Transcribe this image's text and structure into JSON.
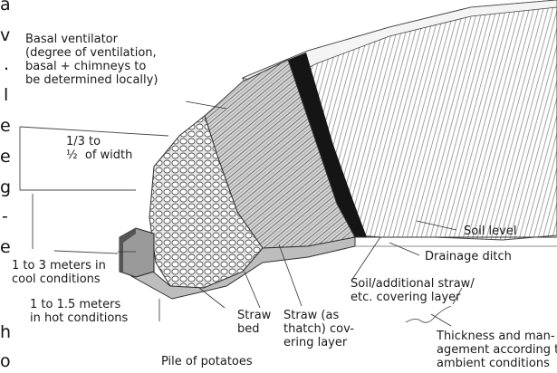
{
  "labels": {
    "basal_ventilator": "Basal ventilator\n(degree of ventilation,\nbasal + chimneys to\nbe determined locally)",
    "width_fraction": "1/3 to\n½  of width",
    "soil_level": "Soil level",
    "drainage_ditch": "Drainage ditch",
    "cool_conditions": "1 to 3 meters in\ncool conditions",
    "covering_layer": "Soil/additional straw/\netc. covering layer",
    "hot_conditions": "1 to 1.5 meters\nin hot conditions",
    "straw_bed": "Straw\nbed",
    "straw_thatch": "Straw (as\nthatch) cov-\nering layer",
    "thickness": "Thickness and man-\nagement according to\nambient conditions",
    "pile_of_potatoes": "Pile of potatoes"
  },
  "edge_text": [
    "a",
    "v",
    ".",
    "l",
    "e",
    "e",
    "g",
    "-",
    "e",
    "h",
    "o"
  ]
}
